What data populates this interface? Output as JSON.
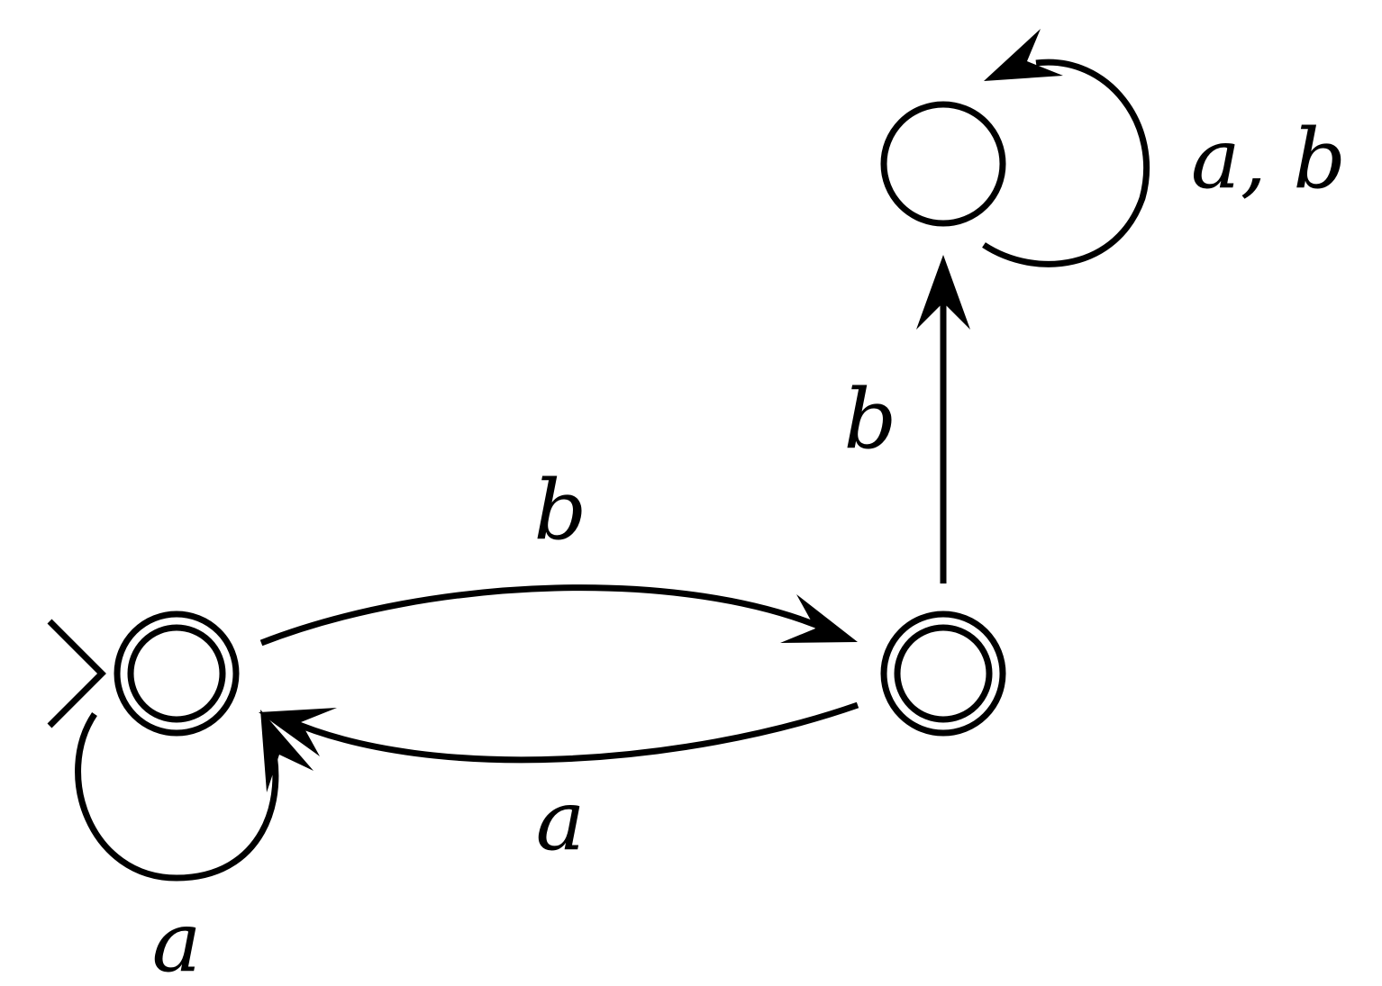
{
  "diagram": {
    "states": [
      {
        "id": "q0",
        "initial": true,
        "accepting": true
      },
      {
        "id": "q1",
        "initial": false,
        "accepting": true
      },
      {
        "id": "q2",
        "initial": false,
        "accepting": false
      }
    ],
    "transitions": [
      {
        "from": "q0",
        "to": "q0",
        "label": "a"
      },
      {
        "from": "q0",
        "to": "q1",
        "label": "b"
      },
      {
        "from": "q1",
        "to": "q0",
        "label": "a"
      },
      {
        "from": "q1",
        "to": "q2",
        "label": "b"
      },
      {
        "from": "q2",
        "to": "q2",
        "label": "a, b"
      }
    ]
  }
}
